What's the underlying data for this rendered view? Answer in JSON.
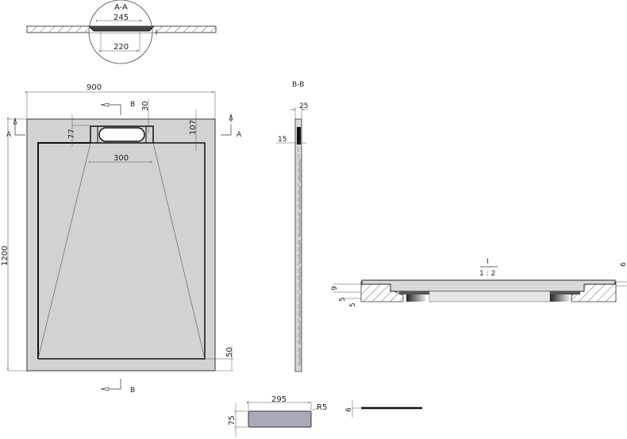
{
  "drawing": {
    "colors": {
      "tray_fill": "#d3d3d3",
      "outline": "#1a1a1a",
      "dim_line": "#555555",
      "grate_fill": "#a9a9b8",
      "hatch": "#444444"
    },
    "section_aa": {
      "label": "A-A",
      "dim_top": "245",
      "dim_bottom": "220"
    },
    "plan_view": {
      "width": "900",
      "height": "1200",
      "drain_width": "300",
      "drain_depth": "77",
      "drain_offset": "30",
      "rim_top": "107",
      "rim_bottom": "50",
      "section_a_left": "A",
      "section_a_right": "A",
      "section_b_top": "B",
      "section_b_bottom": "B"
    },
    "section_bb": {
      "label": "B-B",
      "dim_width": "25",
      "dim_depth": "15"
    },
    "detail_i": {
      "label": "I",
      "scale": "1 : 2",
      "dim_9": "9",
      "dim_5a": "5",
      "dim_5b": "5",
      "dim_6": "6"
    },
    "grate": {
      "length": "295",
      "width": "75",
      "radius": "R5",
      "thickness": "6"
    }
  }
}
